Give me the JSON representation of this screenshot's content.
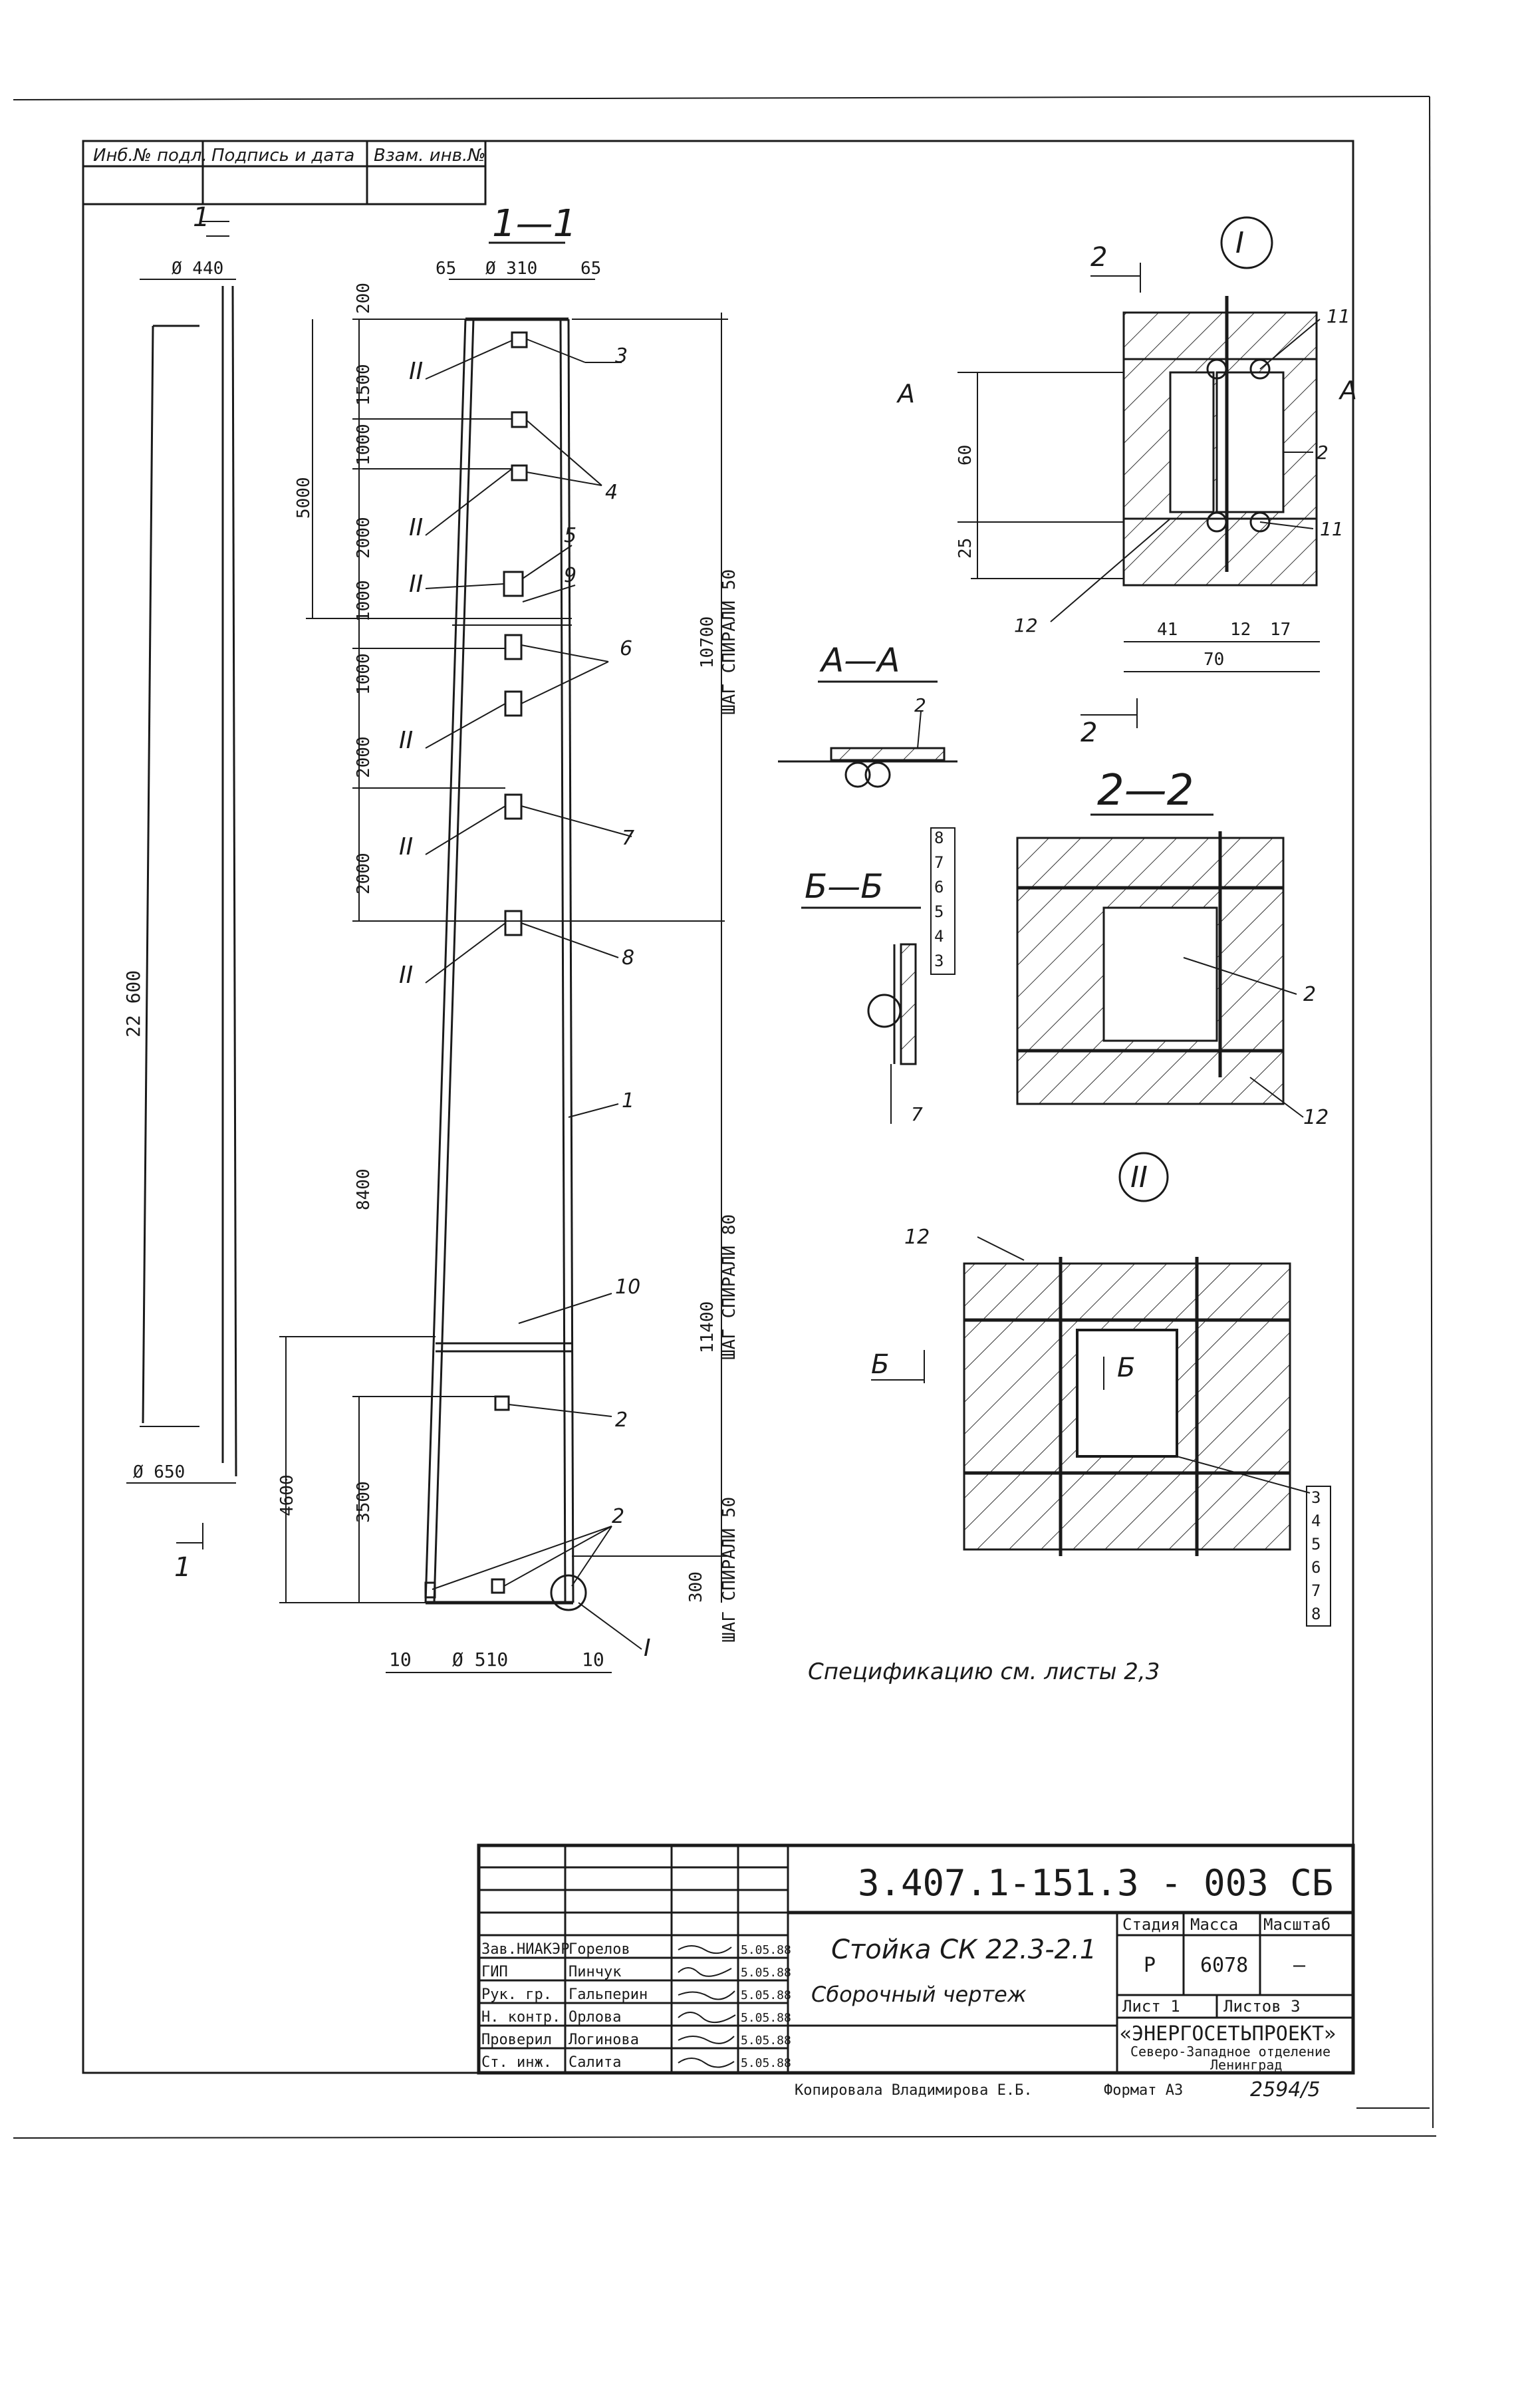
{
  "corner_stamp": {
    "col1": "Инб.№ подл.",
    "col2": "Подпись и дата",
    "col3": "Взам. инв.№"
  },
  "main_section": {
    "title": "1—1",
    "cut_mark": "1",
    "dim_top_left": "65",
    "dim_top_dia": "Ø 310",
    "dim_top_right": "65",
    "dim_bottom_left": "10",
    "dim_bottom_dia": "Ø 510",
    "dim_bottom_right": "10",
    "dia_top_outline": "Ø 440",
    "dia_bottom_outline": "Ø 650",
    "total_length": "22 600",
    "left_dims": [
      "200",
      "1500",
      "1000",
      "2000",
      "1000",
      "1000",
      "2000",
      "2000",
      "8400",
      "3500",
      "300"
    ],
    "outer_dims": [
      "5000",
      "4600"
    ],
    "right_dims": [
      "10700",
      "11400"
    ],
    "spiral_notes": [
      "ШАГ СПИРАЛИ 50",
      "ШАГ СПИРАЛИ 80",
      "ШАГ СПИРАЛИ 50"
    ],
    "callout_numbers": [
      "3",
      "4",
      "5",
      "9",
      "6",
      "7",
      "8",
      "1",
      "10",
      "2",
      "2"
    ],
    "roman_labels": [
      "II",
      "II",
      "II",
      "II",
      "II",
      "II"
    ],
    "node_label": "I"
  },
  "view_I": {
    "label": "I",
    "dims": [
      "60",
      "25",
      "41",
      "12",
      "17",
      "70"
    ],
    "callouts": [
      "11",
      "2",
      "11",
      "12"
    ],
    "section_mark": "A",
    "cut2": "2"
  },
  "view_AA": {
    "label": "А—А",
    "callout": "2"
  },
  "view_22": {
    "label": "2—2",
    "callouts": [
      "2",
      "12"
    ]
  },
  "view_BB": {
    "label": "Б—Б",
    "stack": [
      "8",
      "7",
      "6",
      "5",
      "4",
      "3"
    ],
    "bottom": "7"
  },
  "view_II": {
    "label": "II",
    "callouts": [
      "12",
      "3",
      "4",
      "5",
      "6",
      "7",
      "8"
    ],
    "section_mark": "Б"
  },
  "note": "Спецификацию см. листы 2,3",
  "title_block": {
    "code": "3.407.1-151.3 - 003 СБ",
    "item_title": "Стойка СК 22.3-2.1",
    "item_subtitle": "Сборочный чертеж",
    "stage_head": "Стадия",
    "mass_head": "Масса",
    "scale_head": "Масштаб",
    "stage": "Р",
    "mass": "6078",
    "scale": "—",
    "sheet": "Лист 1",
    "sheets": "Листов 3",
    "org": "«ЭНЕРГОСЕТЬПРОЕКТ»",
    "org_sub1": "Северо-Западное отделение",
    "org_sub2": "Ленинград",
    "signers": [
      {
        "role": "Зав.НИАКЭР",
        "name": "Горелов",
        "date": "5.05.88"
      },
      {
        "role": "ГИП",
        "name": "Пинчук",
        "date": "5.05.88"
      },
      {
        "role": "Рук. гр.",
        "name": "Гальперин",
        "date": "5.05.88"
      },
      {
        "role": "Н. контр.",
        "name": "Орлова",
        "date": "5.05.88"
      },
      {
        "role": "Проверил",
        "name": "Логинова",
        "date": "5.05.88"
      },
      {
        "role": "Ст. инж.",
        "name": "Салита",
        "date": "5.05.88"
      }
    ],
    "copied": "Копировала Владимирова Е.Б.",
    "format": "Формат А3",
    "archive_no": "2594/5"
  }
}
